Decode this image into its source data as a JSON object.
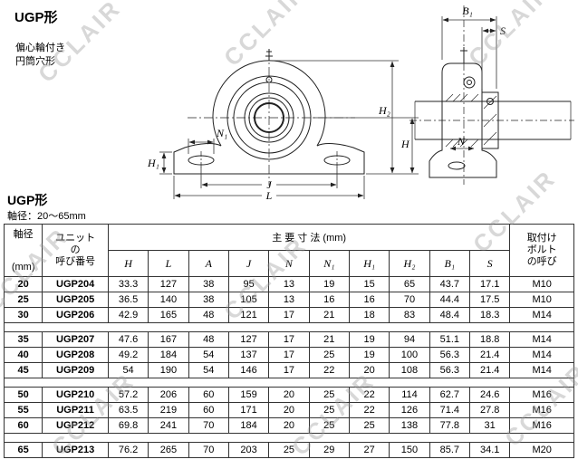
{
  "page": {
    "title": "UGP形",
    "note1": "偏心輪付き",
    "note2": "円筒穴形"
  },
  "section": {
    "title": "UGP形",
    "subtitle": "軸径：20〜65mm"
  },
  "watermark": "CCLAIR",
  "drawing": {
    "front": {
      "n1": "N₁",
      "h1": "H₁",
      "h2": "H₂",
      "h": "H",
      "j": "J",
      "l": "L"
    },
    "side": {
      "b1": "B₁",
      "s": "S",
      "n": "N"
    }
  },
  "table": {
    "header": {
      "shaft_dia_l1": "軸径",
      "shaft_dia_l2": "(mm)",
      "unit_l1": "ユニット",
      "unit_l2": "の",
      "unit_l3": "呼び番号",
      "main_dims": "主 要 寸 法 (mm)",
      "dim_cols": [
        "H",
        "L",
        "A",
        "J",
        "N",
        "N₁",
        "H₁",
        "H₂",
        "B₁",
        "S"
      ],
      "bolt_l1": "取付け",
      "bolt_l2": "ボルト",
      "bolt_l3": "の呼び"
    },
    "groups": [
      {
        "rows": [
          {
            "dia": "20",
            "unit": "UGP204",
            "dims": [
              "33.3",
              "127",
              "38",
              "95",
              "13",
              "19",
              "15",
              "65",
              "43.7",
              "17.1"
            ],
            "bolt": "M10"
          },
          {
            "dia": "25",
            "unit": "UGP205",
            "dims": [
              "36.5",
              "140",
              "38",
              "105",
              "13",
              "16",
              "16",
              "70",
              "44.4",
              "17.5"
            ],
            "bolt": "M10"
          },
          {
            "dia": "30",
            "unit": "UGP206",
            "dims": [
              "42.9",
              "165",
              "48",
              "121",
              "17",
              "21",
              "18",
              "83",
              "48.4",
              "18.3"
            ],
            "bolt": "M14"
          }
        ]
      },
      {
        "rows": [
          {
            "dia": "35",
            "unit": "UGP207",
            "dims": [
              "47.6",
              "167",
              "48",
              "127",
              "17",
              "21",
              "19",
              "94",
              "51.1",
              "18.8"
            ],
            "bolt": "M14"
          },
          {
            "dia": "40",
            "unit": "UGP208",
            "dims": [
              "49.2",
              "184",
              "54",
              "137",
              "17",
              "25",
              "19",
              "100",
              "56.3",
              "21.4"
            ],
            "bolt": "M14"
          },
          {
            "dia": "45",
            "unit": "UGP209",
            "dims": [
              "54",
              "190",
              "54",
              "146",
              "17",
              "22",
              "20",
              "108",
              "56.3",
              "21.4"
            ],
            "bolt": "M14"
          }
        ]
      },
      {
        "rows": [
          {
            "dia": "50",
            "unit": "UGP210",
            "dims": [
              "57.2",
              "206",
              "60",
              "159",
              "20",
              "25",
              "22",
              "114",
              "62.7",
              "24.6"
            ],
            "bolt": "M16"
          },
          {
            "dia": "55",
            "unit": "UGP211",
            "dims": [
              "63.5",
              "219",
              "60",
              "171",
              "20",
              "25",
              "22",
              "126",
              "71.4",
              "27.8"
            ],
            "bolt": "M16"
          },
          {
            "dia": "60",
            "unit": "UGP212",
            "dims": [
              "69.8",
              "241",
              "70",
              "184",
              "20",
              "25",
              "25",
              "138",
              "77.8",
              "31"
            ],
            "bolt": "M16"
          }
        ]
      },
      {
        "rows": [
          {
            "dia": "65",
            "unit": "UGP213",
            "dims": [
              "76.2",
              "265",
              "70",
              "203",
              "25",
              "29",
              "27",
              "150",
              "85.7",
              "34.1"
            ],
            "bolt": "M20"
          }
        ]
      }
    ]
  }
}
